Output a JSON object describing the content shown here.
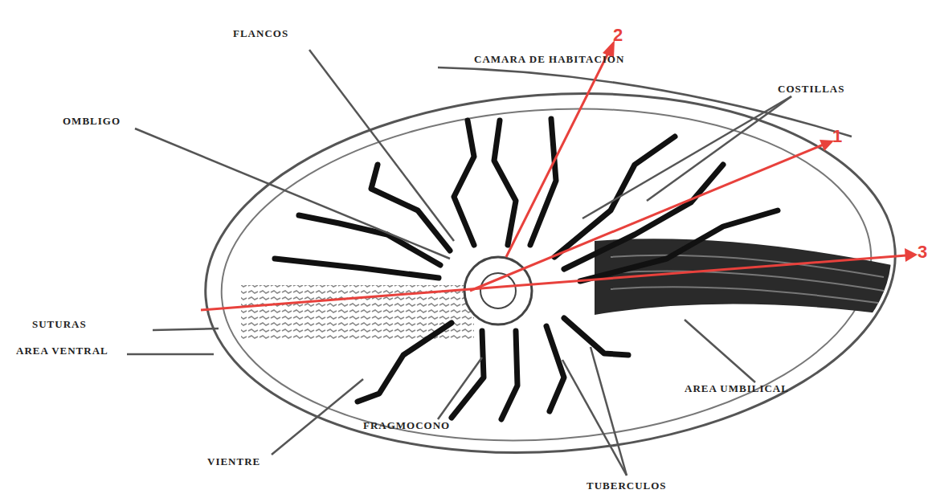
{
  "diagram": {
    "labels": [
      "FLANCOS",
      "CAMARA DE HABITACION",
      "COSTILLAS",
      "OMBLIGO",
      "SUTURAS",
      "AREA VENTRAL",
      "VIENTRE",
      "FRAGMOCONO",
      "TUBERCULOS",
      "AREA UMBILICAL",
      "2",
      "1",
      "3"
    ]
  }
}
